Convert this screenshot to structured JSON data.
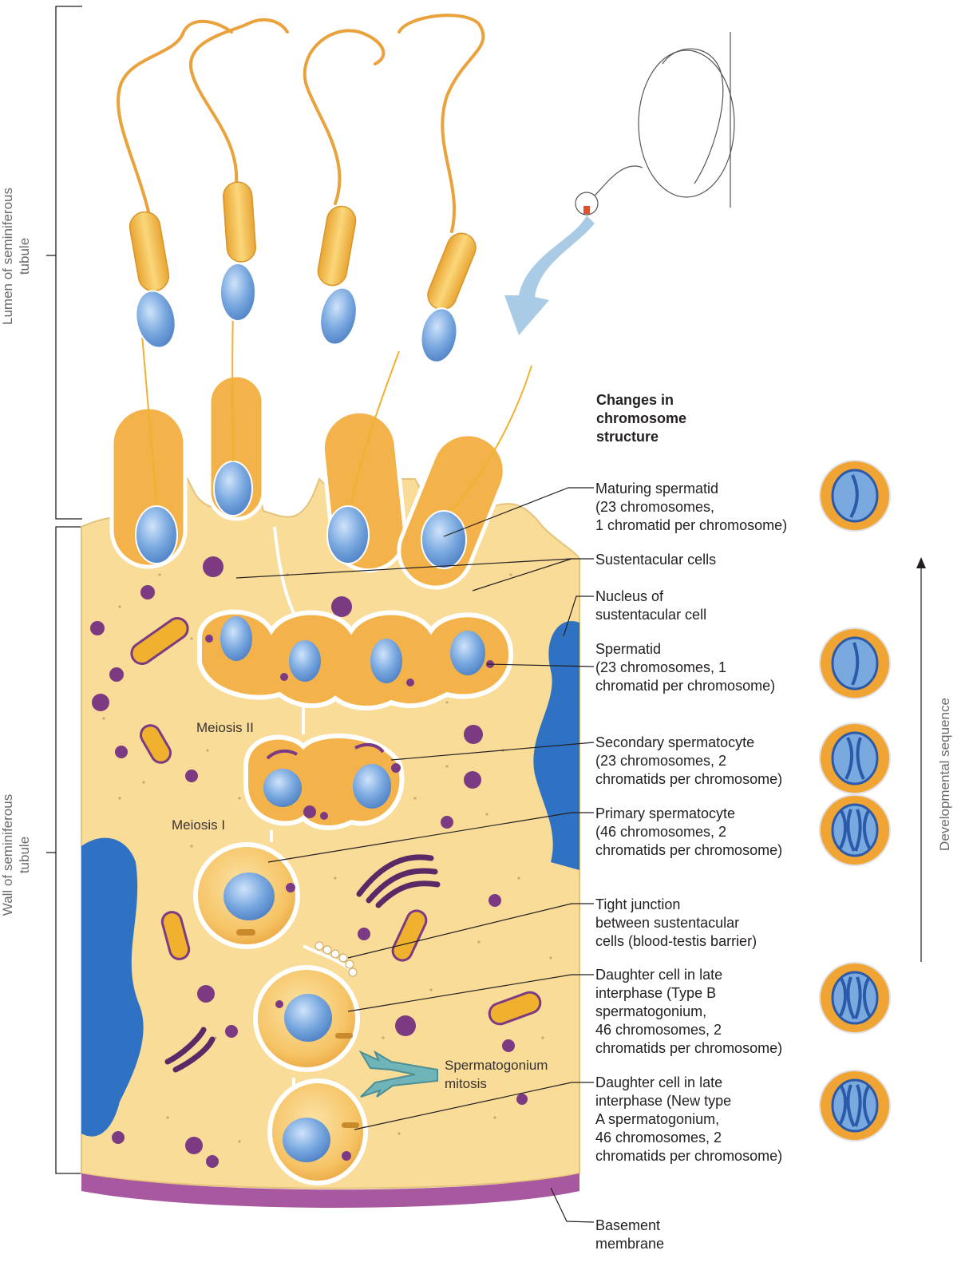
{
  "side_labels": {
    "lumen": "Lumen of seminiferous\ntubule",
    "wall": "Wall of seminiferous\ntubule",
    "dev_sequence": "Developmental sequence"
  },
  "header": "Changes in\nchromosome\nstructure",
  "labels": {
    "maturing_spermatid": "Maturing spermatid\n(23 chromosomes,\n1 chromatid per chromosome)",
    "sustentacular_cells": "Sustentacular cells",
    "nucleus_sustentacular": "Nucleus of\nsustentacular cell",
    "spermatid": "Spermatid\n(23 chromosomes, 1\nchromatid per chromosome)",
    "secondary_spermatocyte": "Secondary spermatocyte\n(23 chromosomes, 2\nchromatids per chromosome)",
    "primary_spermatocyte": "Primary spermatocyte\n(46 chromosomes, 2\nchromatids per chromosome)",
    "tight_junction": "Tight junction\nbetween sustentacular\ncells (blood-testis barrier)",
    "type_b": "Daughter cell in late\ninterphase (Type B\nspermatogonium,\n46 chromosomes, 2\nchromatids per chromosome)",
    "type_a": "Daughter cell in late\ninterphase (New type\nA spermatogonium,\n46 chromosomes, 2\nchromatids per chromosome)",
    "basement_membrane": "Basement\nmembrane"
  },
  "inner_labels": {
    "meiosis_ii": "Meiosis II",
    "meiosis_i": "Meiosis I",
    "mitosis": "Spermatogonium\nmitosis"
  },
  "colors": {
    "cytoplasm": "#f8dc98",
    "cell_orange": "#f3b34a",
    "nucleus_blue": "#7aa9e0",
    "blue_tissue": "#2f72c4",
    "membrane_purple": "#8a4f9c",
    "arrow_light_blue": "#a9cbe6",
    "mitosis_arrow": "#6fb4b8"
  }
}
